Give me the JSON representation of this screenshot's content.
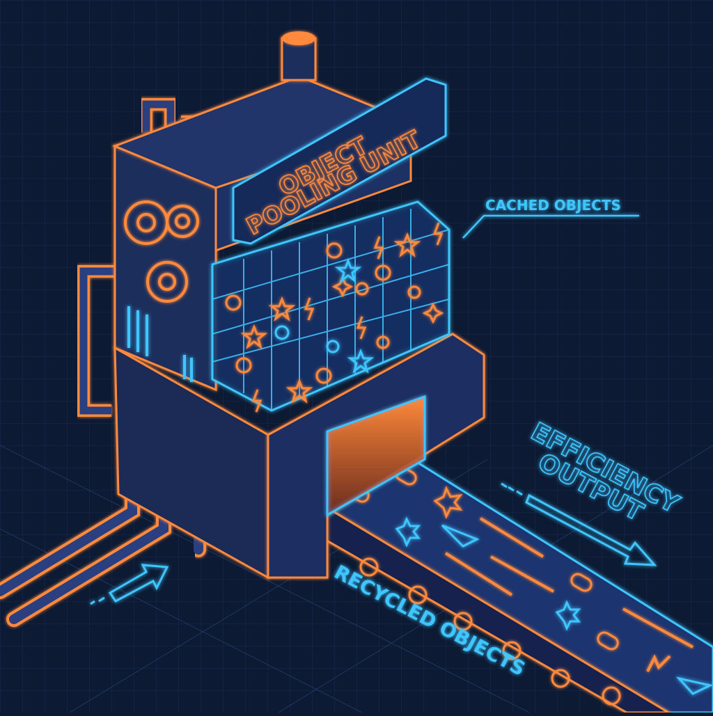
{
  "title_line1": "OBJECT",
  "title_line2": "POOLING UNIT",
  "callout_cached": "CACHED OBJECTS",
  "label_efficiency_line1": "EFFICIENCY",
  "label_efficiency_line2": "OUTPUT",
  "label_recycled": "RECYCLED OBJECTS",
  "colors": {
    "background": "#0d1a33",
    "grid": "#1f3a66",
    "neon_orange": "#ff8a3c",
    "neon_blue": "#3fc6ff",
    "machine_fill": "#1b2d5c"
  },
  "icons": {
    "cache_cells": [
      "circle-icon",
      "star-icon",
      "lightning-icon",
      "burst-icon"
    ],
    "belt_items": [
      "bullet-icon",
      "burst-icon",
      "arrowhead-icon",
      "laser-icon"
    ]
  }
}
